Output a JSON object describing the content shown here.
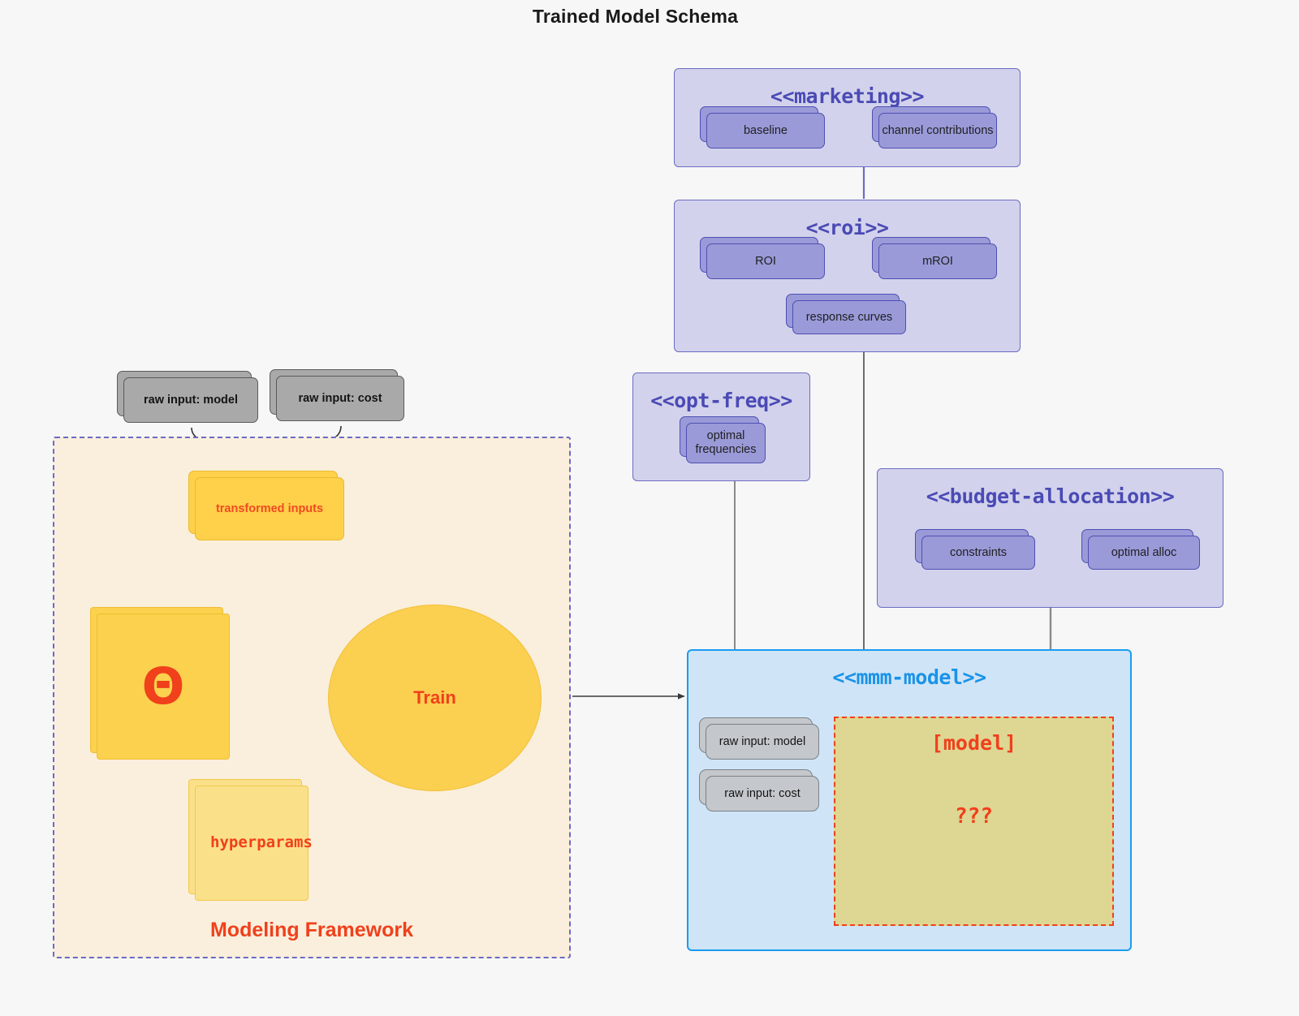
{
  "page": {
    "title": "Trained Model Schema",
    "background": "#f7f7f7"
  },
  "colors": {
    "package_lavender_fill": "#d2d2ec",
    "package_lavender_border": "#6c6cc4",
    "package_blue_fill": "#cfe5f7",
    "package_blue_border": "#1a9cf0",
    "node_purple_fill": "#9a9ad8",
    "node_purple_border": "#4f4fb3",
    "node_grey_fill": "#a9a9a9",
    "node_grey_border": "#5a5a5a",
    "node_amber_fill": "#ffd04a",
    "node_amber_border": "#e8bb2e",
    "framework_fill": "#faefdc",
    "framework_border": "#6a6ac6",
    "accent_red": "#f0401c",
    "model_block_fill": "#ded693",
    "train_fill": "#fbcf4f"
  },
  "packages": {
    "marketing": {
      "title": "<<marketing>>",
      "nodes": [
        {
          "label": "baseline"
        },
        {
          "label": "channel contributions"
        }
      ]
    },
    "roi": {
      "title": "<<roi>>",
      "nodes": [
        {
          "label": "ROI"
        },
        {
          "label": "mROI"
        },
        {
          "label": "response curves"
        }
      ]
    },
    "opt_freq": {
      "title": "<<opt-freq>>",
      "nodes": [
        {
          "label": "optimal frequencies"
        }
      ]
    },
    "budget_allocation": {
      "title": "<<budget-allocation>>",
      "nodes": [
        {
          "label": "constraints"
        },
        {
          "label": "optimal alloc"
        }
      ]
    },
    "mmm_model": {
      "title": "<<mmm-model>>",
      "nodes": [
        {
          "label": "raw input: model"
        },
        {
          "label": "raw input: cost"
        }
      ],
      "model_block": {
        "tag": "[model]",
        "unknown": "???"
      }
    }
  },
  "framework": {
    "label": "Modeling Framework",
    "raw_inputs": [
      {
        "label": "raw input: model"
      },
      {
        "label": "raw input: cost"
      }
    ],
    "transformed_inputs": {
      "label": "transformed inputs"
    },
    "theta": {
      "glyph": "Θ"
    },
    "hyperparams": {
      "label": "hyperparams"
    },
    "train": {
      "label": "Train"
    }
  },
  "icons": {
    "theta": "theta-symbol-icon",
    "arrow_head": "arrowhead-icon"
  }
}
